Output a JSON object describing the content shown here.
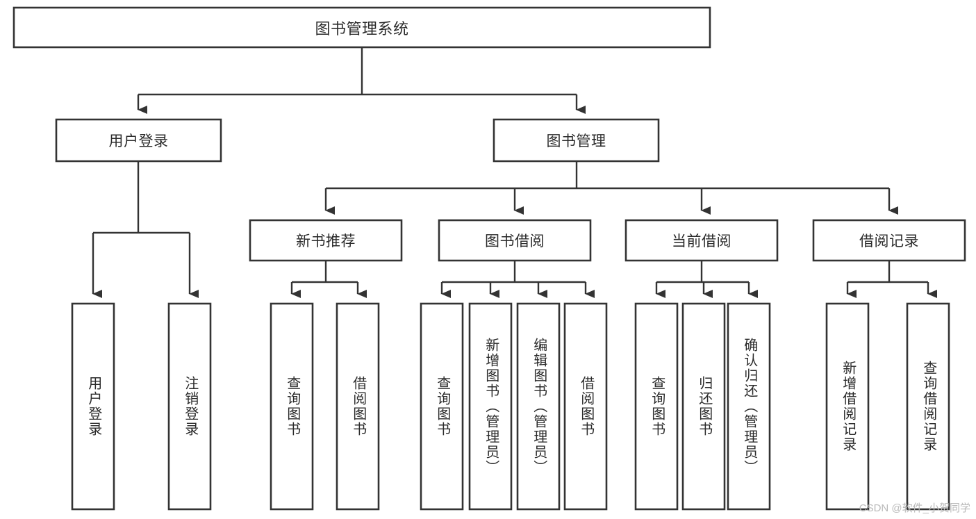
{
  "diagram": {
    "type": "tree",
    "title": "图书管理系统",
    "root": {
      "label": "图书管理系统"
    },
    "level2": [
      {
        "label": "用户登录"
      },
      {
        "label": "图书管理"
      }
    ],
    "level3": [
      {
        "label": "新书推荐"
      },
      {
        "label": "图书借阅"
      },
      {
        "label": "当前借阅"
      },
      {
        "label": "借阅记录"
      }
    ],
    "leaves": {
      "user_login": [
        {
          "label": "用户登录"
        },
        {
          "label": "注销登录"
        }
      ],
      "new_book": [
        {
          "label": "查询图书"
        },
        {
          "label": "借阅图书"
        }
      ],
      "book_borrow": [
        {
          "label": "查询图书"
        },
        {
          "label": "新增图书（管理员）"
        },
        {
          "label": "编辑图书（管理员）"
        },
        {
          "label": "借阅图书"
        }
      ],
      "current_borrow": [
        {
          "label": "查询图书"
        },
        {
          "label": "归还图书"
        },
        {
          "label": "确认归还（管理员）"
        }
      ],
      "borrow_record": [
        {
          "label": "新增借阅记录"
        },
        {
          "label": "查询借阅记录"
        }
      ]
    }
  },
  "watermark": {
    "text": "CSDN @软件_小贺同学"
  },
  "colors": {
    "box_stroke": "#333333",
    "box_fill": "#ffffff",
    "text": "#2b2b2b",
    "connector": "#333333",
    "watermark": "#b9b9b9",
    "background": "#ffffff"
  }
}
